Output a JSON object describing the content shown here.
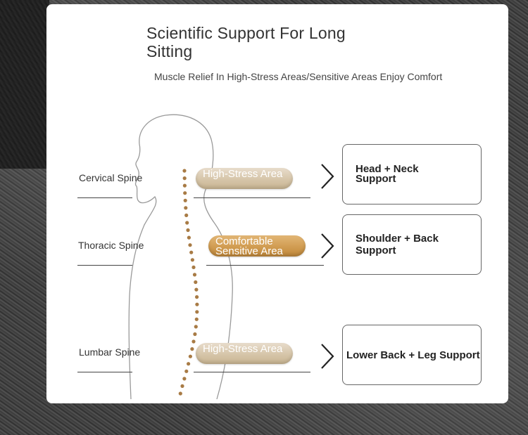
{
  "title": "Scientific Support For Long Sitting",
  "subtitle": "Muscle Relief In High-Stress Areas/Sensitive Areas Enjoy Comfort",
  "rows": [
    {
      "spine_label": "Cervical Spine",
      "pill_label": "High-Stress Area",
      "pill_type": "stress",
      "support_label": "Head + Neck Support"
    },
    {
      "spine_label": "Thoracic Spine",
      "pill_label": "Comfortable Sensitive Area",
      "pill_type": "comfort",
      "support_label": "Shoulder + Back Support"
    },
    {
      "spine_label": "Lumbar Spine",
      "pill_label": "High-Stress Area",
      "pill_type": "stress",
      "support_label": "Lower Back + Leg Support"
    }
  ],
  "colors": {
    "card": "#ffffff",
    "stress_pill": "#d4c3a6",
    "comfort_pill": "#cf9a4f",
    "spine_dots": "#a87b45"
  },
  "icons": [
    "chevron-right-icon",
    "body-silhouette-icon"
  ]
}
